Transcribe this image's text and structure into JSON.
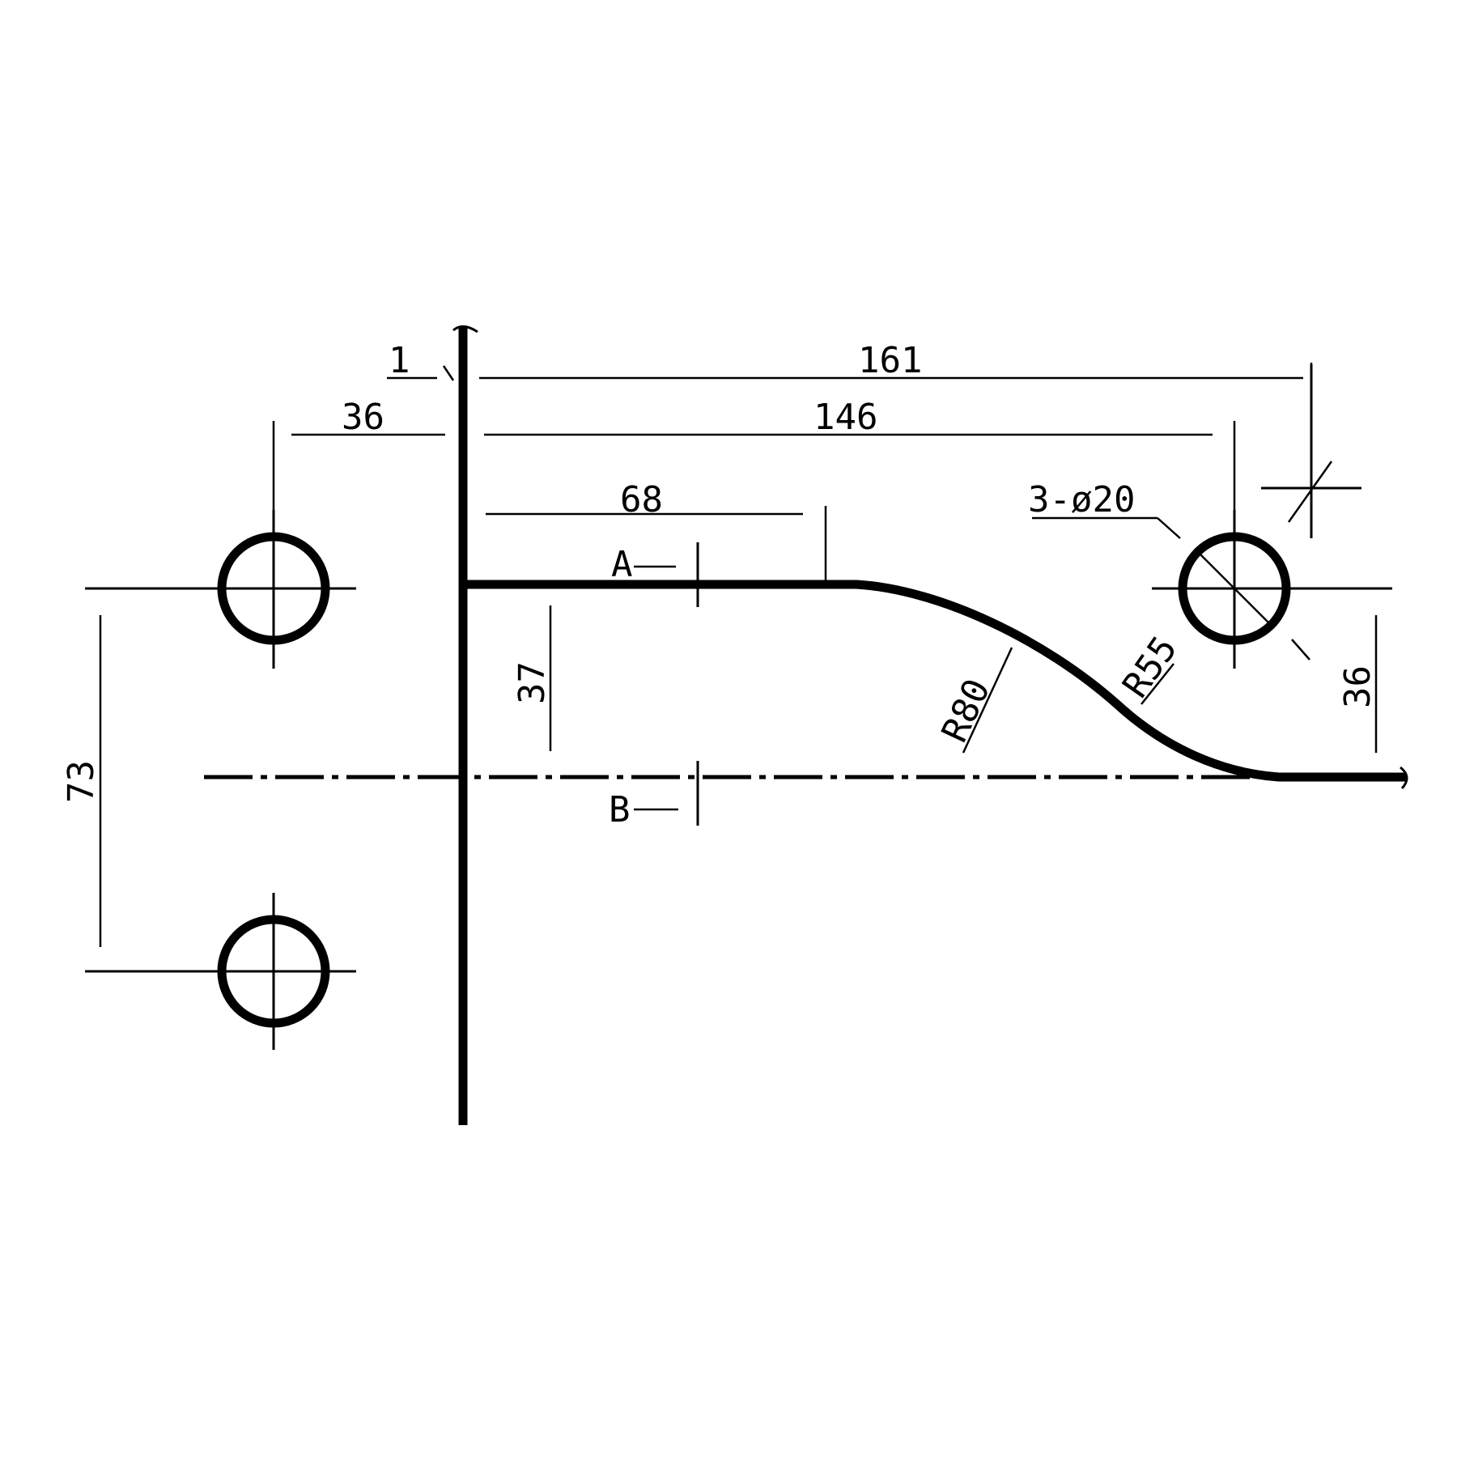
{
  "dimensions": {
    "offset_1": "1",
    "overall_161": "161",
    "hole_offset_36": "36",
    "hole_span_146": "146",
    "flat_length_68": "68",
    "height_37": "37",
    "hole_pitch_73": "73",
    "right_offset_36": "36"
  },
  "callouts": {
    "holes": "3-ø20",
    "radius_large": "R80",
    "radius_small": "R55"
  },
  "section_marks": {
    "a": "A",
    "b": "B"
  }
}
